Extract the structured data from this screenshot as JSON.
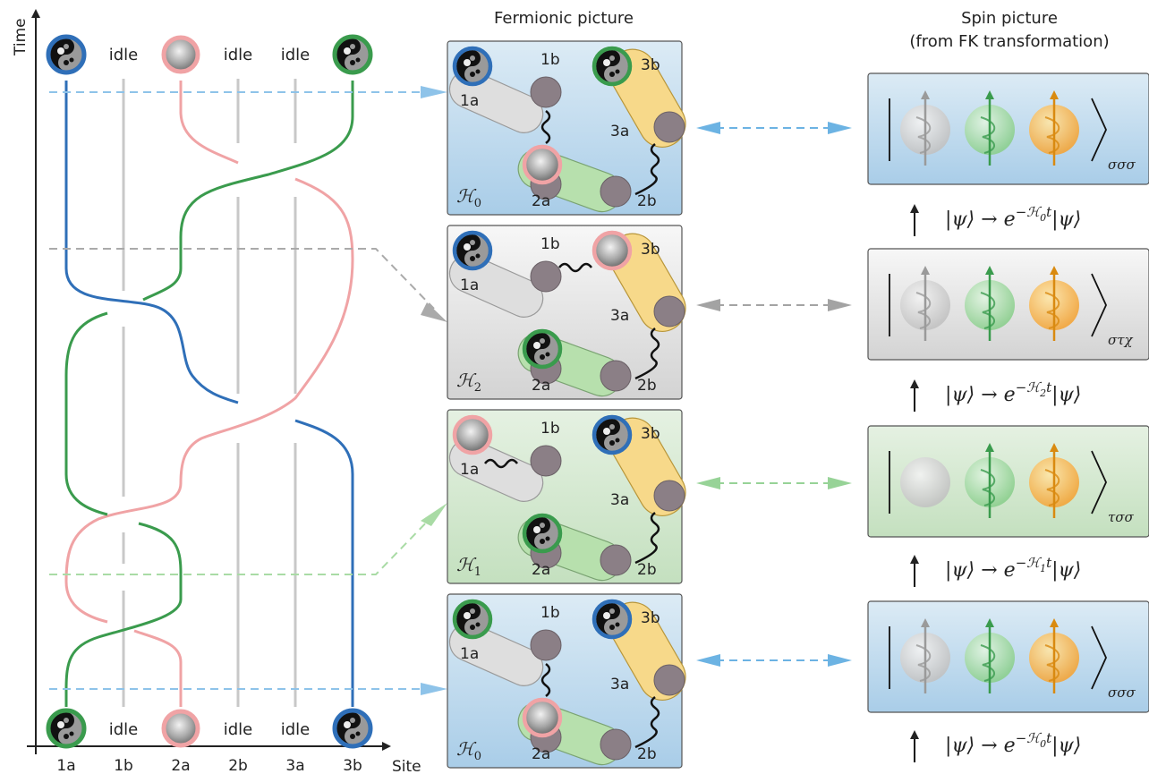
{
  "axes": {
    "time_label": "Time",
    "site_label": "Site",
    "sites": [
      "1a",
      "1b",
      "2a",
      "2b",
      "3a",
      "3b"
    ]
  },
  "idle_label": "idle",
  "column_titles": {
    "fermionic": "Fermionic picture",
    "spin_line1": "Spin picture",
    "spin_line2": "(from FK transformation)"
  },
  "colors": {
    "blue": "#2f6fb8",
    "pink": "#f0a3a5",
    "green": "#3a9b4d",
    "idle": "#c8c8c8",
    "panel_blue": "#bcd9ec",
    "panel_gray": "#e4e4e4",
    "panel_green": "#d3e8d0"
  },
  "fermionic_panels": [
    {
      "ham": "ℋ",
      "sub": "0",
      "theme": "blue"
    },
    {
      "ham": "ℋ",
      "sub": "2",
      "theme": "gray"
    },
    {
      "ham": "ℋ",
      "sub": "1",
      "theme": "green"
    },
    {
      "ham": "ℋ",
      "sub": "0",
      "theme": "blue"
    }
  ],
  "site_labels": {
    "1a": "1a",
    "1b": "1b",
    "2a": "2a",
    "2b": "2b",
    "3a": "3a",
    "3b": "3b"
  },
  "spin_panels": [
    {
      "subscript": "σσσ",
      "theme": "blue"
    },
    {
      "subscript": "στχ",
      "theme": "gray"
    },
    {
      "subscript": "τσσ",
      "theme": "green"
    },
    {
      "subscript": "σσσ",
      "theme": "blue"
    }
  ],
  "evolutions": [
    {
      "lhs": "|ψ⟩ → e",
      "exp": "−ℋ",
      "sub": "0",
      "t": "t",
      "rhs": "|ψ⟩"
    },
    {
      "lhs": "|ψ⟩ → e",
      "exp": "−ℋ",
      "sub": "2",
      "t": "t",
      "rhs": "|ψ⟩"
    },
    {
      "lhs": "|ψ⟩ → e",
      "exp": "−ℋ",
      "sub": "1",
      "t": "t",
      "rhs": "|ψ⟩"
    },
    {
      "lhs": "|ψ⟩ → e",
      "exp": "−ℋ",
      "sub": "0",
      "t": "t",
      "rhs": "|ψ⟩"
    }
  ]
}
